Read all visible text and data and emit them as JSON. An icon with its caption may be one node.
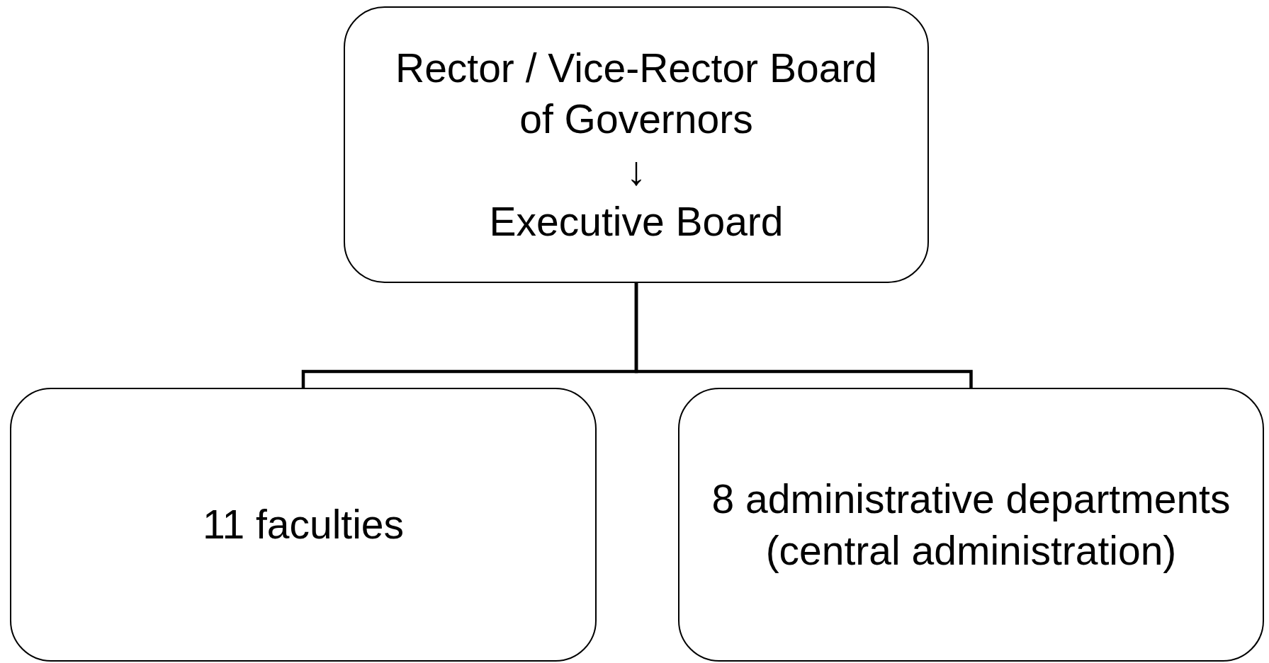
{
  "diagram": {
    "nodes": [
      {
        "text": [
          "Rector / Vice-Rector Board of Governors",
          "↓",
          "Executive Board"
        ]
      },
      {
        "text": [
          "11 faculties"
        ]
      },
      {
        "text": [
          "8 administrative departments (central administration)"
        ]
      }
    ],
    "edges": [
      {
        "from": 0,
        "to": 1,
        "arrow": "none"
      },
      {
        "from": 0,
        "to": 2,
        "arrow": "none"
      }
    ]
  }
}
